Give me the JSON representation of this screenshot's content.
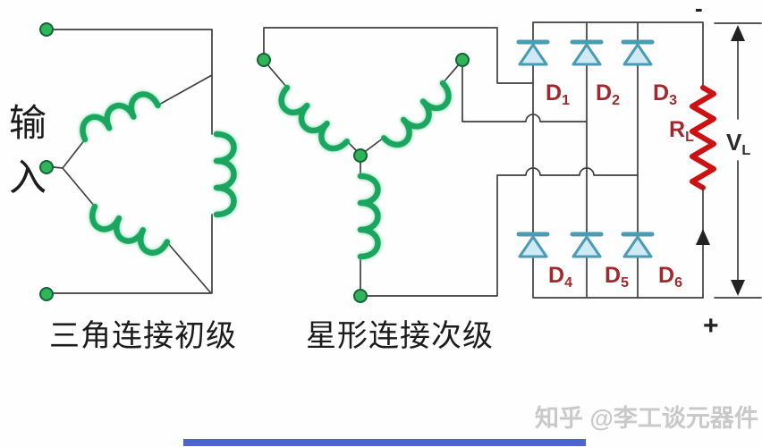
{
  "input": {
    "label_chars": {
      "c1": "输",
      "c2": "入"
    }
  },
  "captions": {
    "delta_primary": "三角连接初级",
    "star_secondary": "星形连接次级"
  },
  "rectifier": {
    "diodes": [
      {
        "name": "D",
        "sub": "1"
      },
      {
        "name": "D",
        "sub": "2"
      },
      {
        "name": "D",
        "sub": "3"
      },
      {
        "name": "D",
        "sub": "4"
      },
      {
        "name": "D",
        "sub": "5"
      },
      {
        "name": "D",
        "sub": "6"
      }
    ]
  },
  "load": {
    "resistor_name": "R",
    "resistor_sub": "L"
  },
  "output": {
    "voltage_name": "V",
    "voltage_sub": "L",
    "polarity_minus": "-",
    "polarity_plus": "+"
  },
  "watermark": {
    "text": "知乎 @李工谈元器件"
  },
  "colors": {
    "coil_green": "#1ba65f",
    "terminal_green": "#2fb457",
    "diode_stroke": "#4a9cb5",
    "diode_fill": "#cfeaf4",
    "resistor_red": "#cc1212",
    "diode_label_red": "#a3272b",
    "wire_gray": "#3f3f3f",
    "watermark_gray": "#c9c9c9",
    "bottom_bar_blue": "#4a66cc"
  }
}
